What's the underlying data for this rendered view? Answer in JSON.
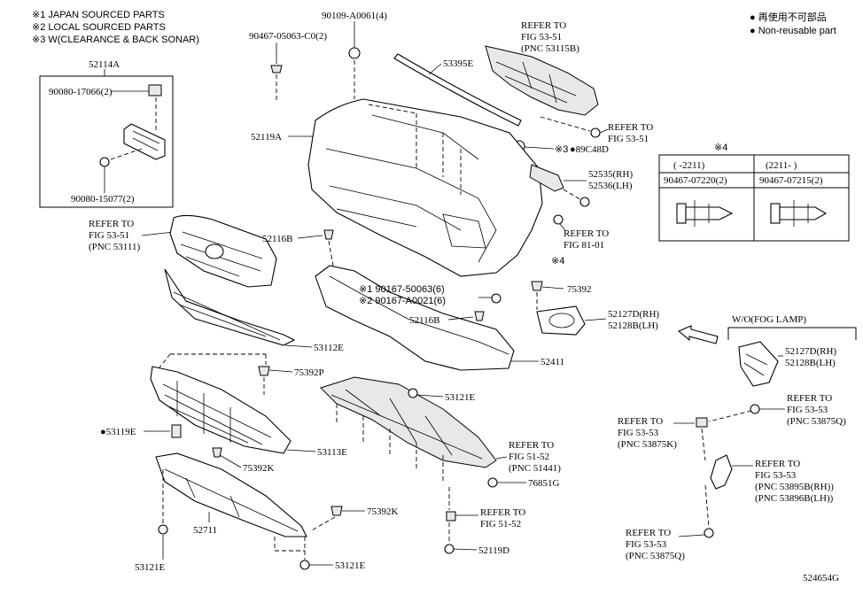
{
  "notes": {
    "n1": "※1 JAPAN SOURCED PARTS",
    "n2": "※2 LOCAL SOURCED PARTS",
    "n3": "※3 W(CLEARANCE & BACK SONAR)"
  },
  "legend": {
    "jp": "● 再使用不可部品",
    "en": "● Non-reusable part"
  },
  "table": {
    "marker": "※4",
    "col1_header": "(      -2211)",
    "col2_header": "(2211-      )",
    "col1_part": "90467-07220(2)",
    "col2_part": "90467-07215(2)"
  },
  "labels": {
    "p52114A": "52114A",
    "p90080_17066": "90080-17066(2)",
    "p90080_15077": "90080-15077(2)",
    "p90467_05063": "90467-05063-C0(2)",
    "p90109": "90109-A0061(4)",
    "p53395E": "53395E",
    "ref_53115B_1": "REFER TO",
    "ref_53115B_2": "FIG 53-51",
    "ref_53115B_3": "(PNC 53115B)",
    "ref_5351_1": "REFER TO",
    "ref_5351_2": "FIG 53-51",
    "p89C48D_mark": "※3",
    "p89C48D": "●89C48D",
    "p52119A": "52119A",
    "p52535": "52535(RH)",
    "p52536": "52536(LH)",
    "ref_8101_1": "REFER TO",
    "ref_8101_2": "FIG 81-01",
    "mark4": "※4",
    "ref_53111_1": "REFER TO",
    "ref_53111_2": "FIG 53-51",
    "ref_53111_3": "(PNC 53111)",
    "p52116B_top": "52116B",
    "p90167_50063": "※1 90167-50063(6)",
    "p90167_A0021": "※2 90167-A0021(6)",
    "p75392_top": "75392",
    "p52116B_mid": "52116B",
    "p52127D_1": "52127D(RH)",
    "p52128B_1": "52128B(LH)",
    "wo_fog": "W/O(FOG LAMP)",
    "p52127D_2": "52127D(RH)",
    "p52128B_2": "52128B(LH)",
    "p53112E": "53112E",
    "p52411": "52411",
    "p75392P": "75392P",
    "p53121E_mid": "53121E",
    "ref_53875Q_1": "REFER TO",
    "ref_53875Q_2": "FIG 53-53",
    "ref_53875Q_3": "(PNC 53875Q)",
    "ref_53875K_1": "REFER TO",
    "ref_53875K_2": "FIG 53-53",
    "ref_53875K_3": "(PNC 53875K)",
    "p53119E": "●53119E",
    "p53113E": "53113E",
    "ref_51441_1": "REFER TO",
    "ref_51441_2": "FIG 51-52",
    "ref_51441_3": "(PNC 51441)",
    "p75392K_1": "75392K",
    "p76851G": "76851G",
    "ref_53895_1": "REFER TO",
    "ref_53895_2": "FIG 53-53",
    "ref_53895_3": "(PNC 53895B(RH))",
    "ref_53895_4": "(PNC 53896B(LH))",
    "ref_5152_1": "REFER TO",
    "ref_5152_2": "FIG 51-52",
    "p75392K_2": "75392K",
    "p52711": "52711",
    "p52119D": "52119D",
    "ref_53875Q_b1": "REFER TO",
    "ref_53875Q_b2": "FIG 53-53",
    "ref_53875Q_b3": "(PNC 53875Q)",
    "p53121E_left": "53121E",
    "p53121E_bottom": "53121E",
    "diagram_id": "524654G"
  }
}
